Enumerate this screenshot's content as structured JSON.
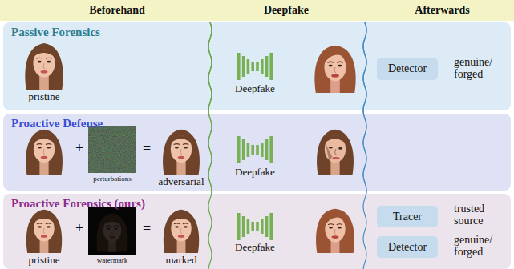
{
  "diagram": {
    "nodes": [
      {
        "text": [
          "Beforehand"
        ]
      },
      {
        "text": [
          "Deepfake"
        ]
      },
      {
        "text": [
          "Afterwards"
        ]
      },
      {
        "text": [
          "Passive Forensics"
        ]
      },
      {
        "text": [
          "Detector"
        ],
        "in": 3
      },
      {
        "text": [
          "Proactive Defense"
        ]
      },
      {
        "text": [
          "Proactive Forensics (ours)"
        ]
      },
      {
        "text": [
          "Tracer"
        ],
        "in": 6
      },
      {
        "text": [
          "Detector"
        ],
        "in": 6
      }
    ],
    "labels": [
      "pristine",
      "Deepfake",
      "genuine/ forged",
      "+",
      "perturbations",
      "=",
      "adversarial",
      "Deepfake",
      "pristine",
      "+",
      "watermark",
      "=",
      "marked",
      "Deepfake",
      "trusted source",
      "genuine/ forged"
    ]
  }
}
